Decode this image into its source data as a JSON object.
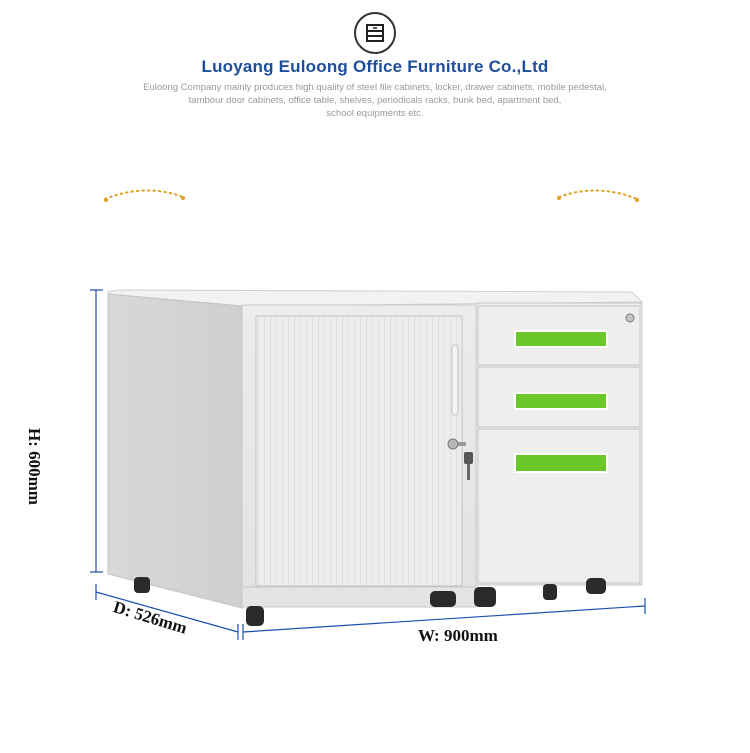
{
  "header": {
    "logo_icon": "cabinet-logo-icon",
    "company_name": "Luoyang Euloong Office Furniture Co.,Ltd",
    "description_lines": [
      "Euloong Company mainly produces high quality of  steel file cabinets, locker, drawer cabinets, mobile pedestal,",
      "tambour door cabinets, office table, shelves, periodicals racks, bunk bed, apartment bed,",
      "school equipments etc."
    ]
  },
  "dimensions": {
    "height": "H: 600mm",
    "depth": "D: 526mm",
    "width": "W: 900mm"
  },
  "colors": {
    "brand_blue": "#1f4e9c",
    "accent_green": "#6cc82a",
    "deco_gold": "#e0a020"
  }
}
